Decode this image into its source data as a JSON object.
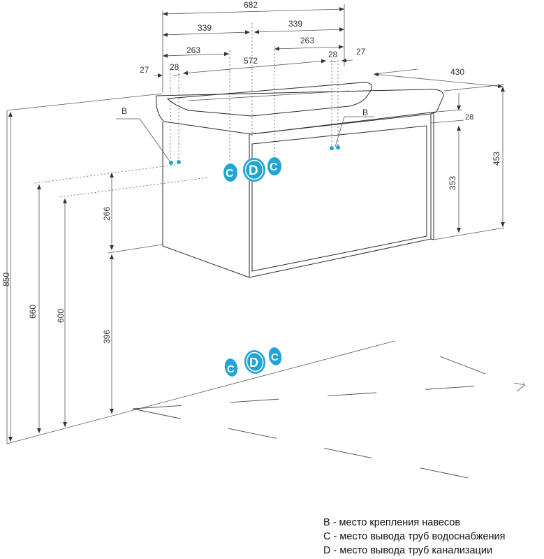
{
  "dimensions": {
    "top": {
      "total_width": "682",
      "half_left": "339",
      "half_right": "339",
      "c_left": "263",
      "c_right": "263",
      "offset_left_27": "27",
      "offset_left_28": "28",
      "mount_span": "572",
      "offset_right_28": "28",
      "offset_right_27": "27"
    },
    "right": {
      "depth": "430",
      "bowl_height": "453",
      "rim": "28",
      "cabinet_height": "353"
    },
    "left": {
      "total_height": "850",
      "height_660": "660",
      "height_600": "600",
      "span_266": "266",
      "floor_to_cabinet": "396"
    }
  },
  "markers": {
    "b_label_left": "B",
    "b_label_right": "B",
    "c_letter": "C",
    "d_letter": "D"
  },
  "legend": {
    "b": "B - место крепления навесов",
    "c": "C - место вывода труб водоснабжения",
    "d": "D - место вывода труб канализации"
  },
  "colors": {
    "accent": "#1fa6d4",
    "line": "#2b2b2b"
  }
}
